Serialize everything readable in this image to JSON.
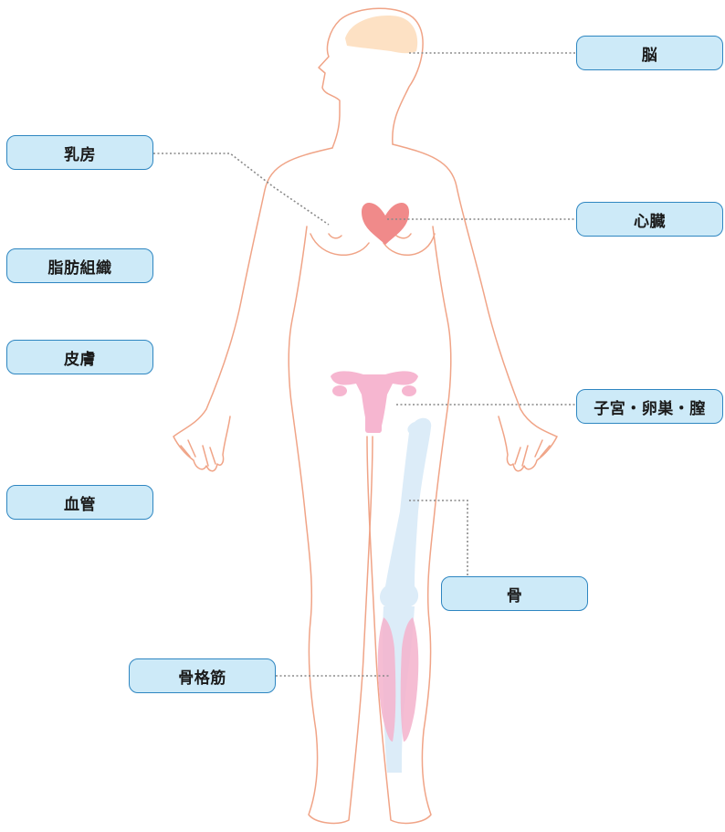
{
  "labels": {
    "brain": "脳",
    "breast": "乳房",
    "heart": "心臓",
    "adipose": "脂肪組織",
    "skin": "皮膚",
    "uterus": "子宮・卵巣・膣",
    "vessel": "血管",
    "bone": "骨",
    "muscle": "骨格筋"
  },
  "colors": {
    "label_fill": "#cdeaf8",
    "label_border": "#2e86c1",
    "body_outline": "#f0a487",
    "brain": "#fde1c4",
    "heart": "#f08a8a",
    "uterus": "#f6b6d0",
    "bone": "#dcecf8",
    "muscle": "#f4b6cf",
    "leader": "#8a8a8a"
  }
}
